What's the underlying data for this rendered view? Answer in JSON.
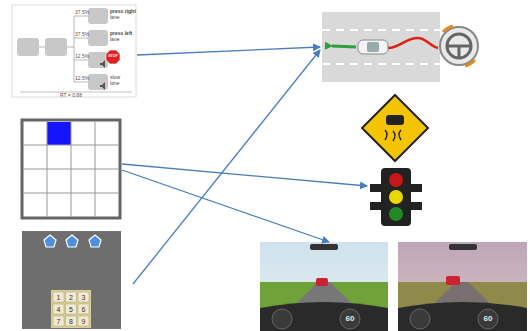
{
  "diagram": {
    "labels": [
      "37.5%",
      "press right",
      "lane",
      "37.5%",
      "press left",
      "lane",
      "12.5%",
      "STOP",
      "12.5%",
      "slow",
      "time",
      "RT = 0.88",
      "1",
      "2",
      "3",
      "4",
      "5",
      "6",
      "7",
      "8",
      "9",
      "60",
      "60"
    ]
  }
}
